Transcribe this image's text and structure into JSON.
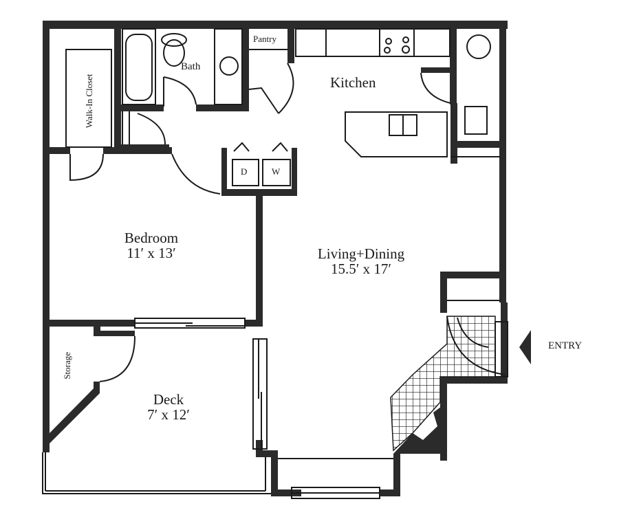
{
  "plan": {
    "colors": {
      "wall": "#2b2b2b",
      "line": "#1a1a1a",
      "floor": "#ffffff",
      "tile": "#1a1a1a"
    },
    "rooms": {
      "walk_in_closet": {
        "label": "Walk-In Closet"
      },
      "bath": {
        "label": "Bath"
      },
      "pantry": {
        "label": "Pantry"
      },
      "kitchen": {
        "label": "Kitchen"
      },
      "bedroom": {
        "label": "Bedroom",
        "dimensions": "11′ x 13′"
      },
      "living_dining": {
        "label": "Living+Dining",
        "dimensions": "15.5′ x 17′"
      },
      "storage": {
        "label": "Storage"
      },
      "deck": {
        "label": "Deck",
        "dimensions": "7′ x 12′"
      }
    },
    "appliances": {
      "dryer": "D",
      "washer": "W"
    },
    "entry": {
      "label": "ENTRY"
    }
  }
}
